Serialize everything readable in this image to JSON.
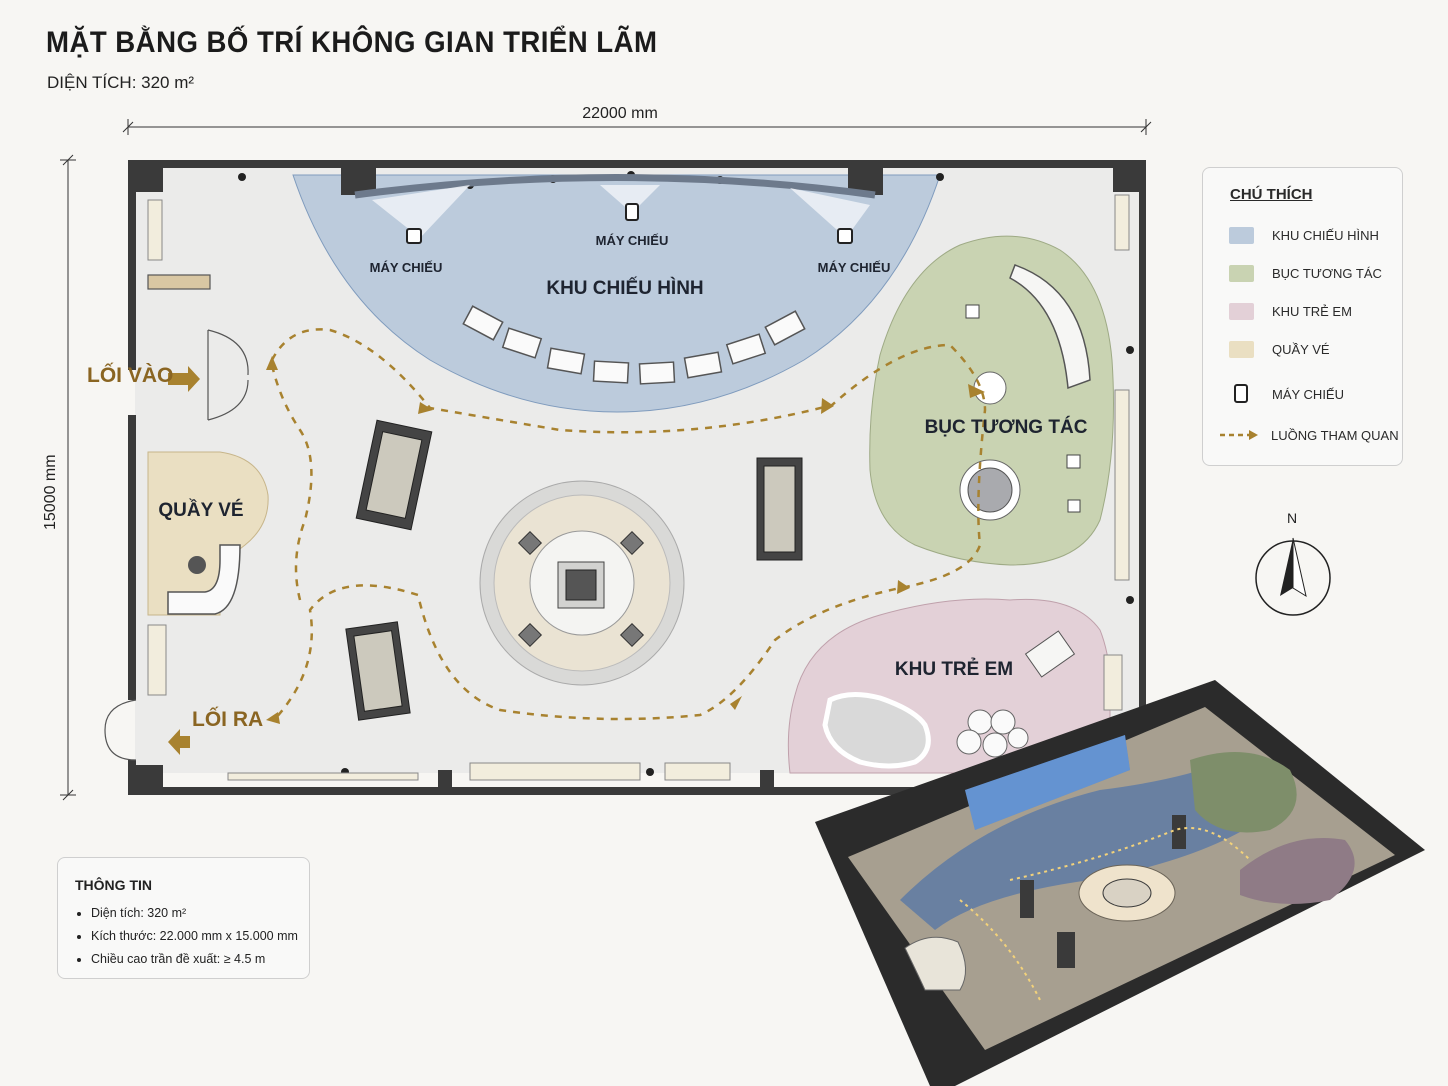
{
  "title": "MẶT BẰNG BỐ TRÍ KHÔNG GIAN TRIỂN LÃM",
  "subtitle": "DIỆN TÍCH: 320 m²",
  "dimensions": {
    "width": "22000 mm",
    "height": "15000 mm"
  },
  "zones": {
    "screening": "KHU CHIẾU HÌNH",
    "interactive": "BỤC TƯƠNG TÁC",
    "kids": "KHU TRẺ EM",
    "ticket": "QUẦY VÉ"
  },
  "projector_label": "MÁY CHIẾU",
  "entrance": "LỐI VÀO",
  "exit": "LỐI RA",
  "legend": {
    "title": "CHÚ THÍCH",
    "items": [
      {
        "label": "KHU CHIẾU HÌNH",
        "color": "#bccbdc"
      },
      {
        "label": "BỤC TƯƠNG TÁC",
        "color": "#c9d3b2"
      },
      {
        "label": "KHU TRẺ EM",
        "color": "#e3d0d7"
      },
      {
        "label": "QUẦY VÉ",
        "color": "#eadfc2"
      },
      {
        "label": "MÁY CHIẾU",
        "icon": "projector-icon"
      },
      {
        "label": "LUỒNG THAM QUAN",
        "icon": "dashed-arrow-icon",
        "color": "#a8822f"
      }
    ]
  },
  "info": {
    "title": "THÔNG TIN",
    "items": [
      "Diện tích: 320 m²",
      "Kích thước: 22.000 mm x 15.000 mm",
      "Chiều cao trần đề xuất: ≥ 4.5 m"
    ]
  },
  "compass": "N",
  "colors": {
    "wall": "#3a3a3a",
    "floor": "#ebebea",
    "path": "#a8822f"
  }
}
